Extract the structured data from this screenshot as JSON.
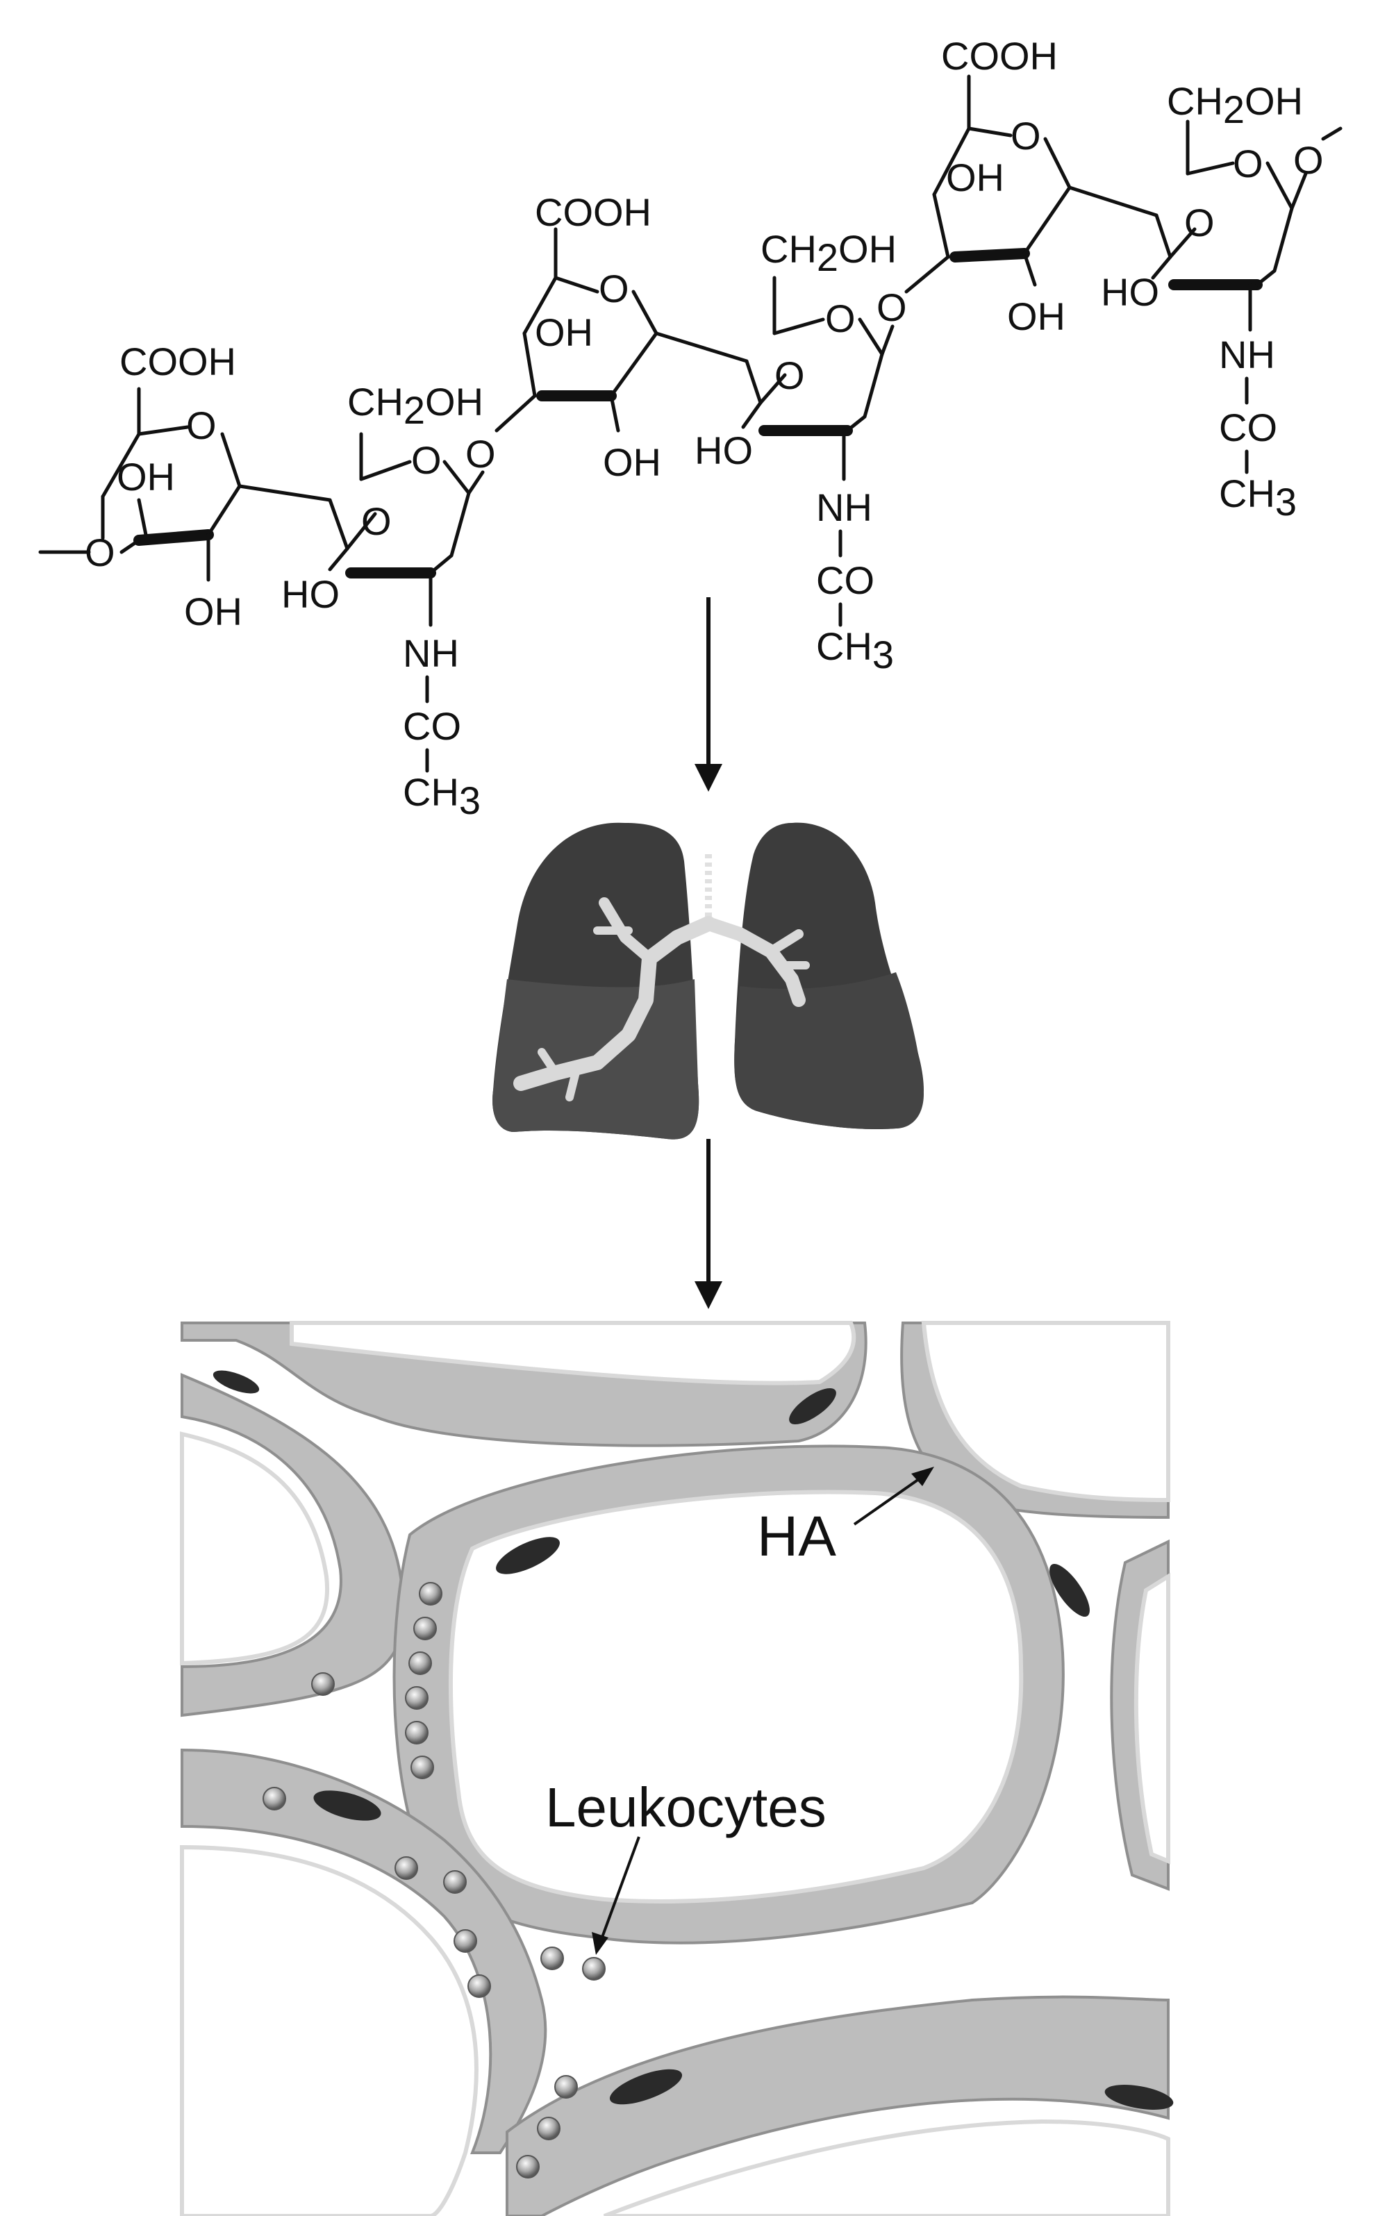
{
  "chemical_structure": {
    "units": [
      {
        "name": "glucuronic-acid-1",
        "acid": "COOH",
        "ring_o": "O",
        "oh1": "OH",
        "oh2": "OH",
        "link_o": "O"
      },
      {
        "name": "n-acetylglucosamine-1",
        "ch2oh": "CH",
        "ch2oh_sub": "2",
        "ch2oh_tail": "OH",
        "ring_o": "O",
        "bridge_o": "O",
        "ho": "HO",
        "nh": "NH",
        "co": "CO",
        "ch3": "CH",
        "ch3_sub": "3",
        "link_o": "O"
      },
      {
        "name": "glucuronic-acid-2",
        "acid": "COOH",
        "ring_o": "O",
        "oh1": "OH",
        "oh2": "OH"
      },
      {
        "name": "n-acetylglucosamine-2",
        "ch2oh": "CH",
        "ch2oh_sub": "2",
        "ch2oh_tail": "OH",
        "ring_o": "O",
        "bridge_o": "O",
        "ho": "HO",
        "nh": "NH",
        "co": "CO",
        "ch3": "CH",
        "ch3_sub": "3",
        "link_o": "O"
      },
      {
        "name": "glucuronic-acid-3",
        "acid": "COOH",
        "ring_o": "O",
        "oh1": "OH",
        "oh2": "OH"
      },
      {
        "name": "n-acetylglucosamine-3",
        "ch2oh": "CH",
        "ch2oh_sub": "2",
        "ch2oh_tail": "OH",
        "ring_o": "O",
        "bridge_o": "O",
        "ho": "HO",
        "nh": "NH",
        "co": "CO",
        "ch3": "CH",
        "ch3_sub": "3",
        "terminal_o": "O"
      }
    ]
  },
  "alveoli": {
    "label_ha": "HA",
    "label_leukocytes": "Leukocytes"
  },
  "colors": {
    "ink": "#111111",
    "lung_dark": "#3c3c3c",
    "lung_light": "#4c4c4c",
    "airway": "#d9d9d9",
    "wall": "#bdbdbd",
    "wall_edge": "#8f8f8f",
    "nucleus": "#2a2a2a"
  }
}
